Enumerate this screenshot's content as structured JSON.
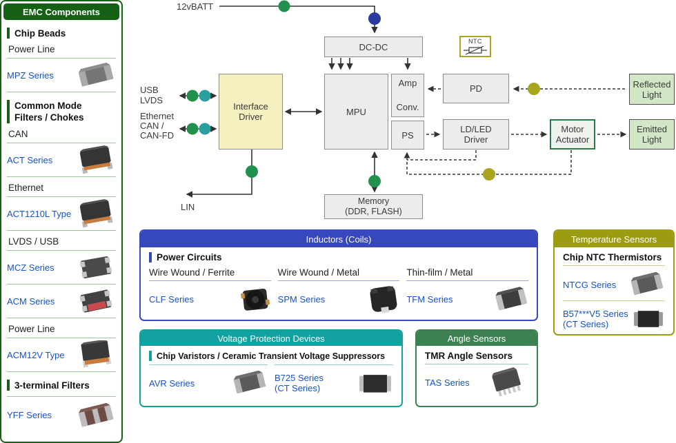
{
  "colors": {
    "green_dark": "#156015",
    "rule_green": "#9fc49f",
    "link": "#1553c8",
    "blue_panel": "#3747bd",
    "rule_blue": "#9aa6dd",
    "teal_panel": "#12a1a1",
    "rule_teal": "#8fd0d0",
    "green_panel": "#3d8153",
    "rule_green2": "#a2c8b0",
    "olive_panel": "#9c9c12",
    "rule_olive": "#cfcf8e",
    "dot_green": "#23914e",
    "dot_teal": "#2b9fa0",
    "dot_blue": "#2b3c9e",
    "dot_olive": "#a9a41e",
    "box_fill": "#ececec",
    "box_border": "#8c8c8c",
    "light_fill": "#d2e7c6",
    "light_border": "#4c4c4c",
    "driver_fill": "#f5f0bf",
    "motor_border": "#2c7a4c",
    "motor_fill": "#eef1ec",
    "wire": "#333333",
    "text": "#333333"
  },
  "sidebar": {
    "title": "EMC Components",
    "rows": [
      {
        "type": "section",
        "label": "Chip Beads"
      },
      {
        "type": "category",
        "label": "Power Line"
      },
      {
        "type": "product",
        "label": "MPZ Series",
        "image": "ferrite-bead-chip"
      },
      {
        "type": "section",
        "label": "Common Mode Filters / Chokes"
      },
      {
        "type": "category",
        "label": "CAN"
      },
      {
        "type": "product",
        "label": "ACT Series",
        "image": "common-mode-choke"
      },
      {
        "type": "category",
        "label": "Ethernet"
      },
      {
        "type": "product",
        "label": "ACT1210L Type",
        "image": "common-mode-choke"
      },
      {
        "type": "category",
        "label": "LVDS / USB"
      },
      {
        "type": "product",
        "label": "MCZ Series",
        "image": "common-mode-filter-chip"
      },
      {
        "type": "product",
        "label": "ACM Series",
        "image": "common-mode-filter-red"
      },
      {
        "type": "category",
        "label": "Power Line"
      },
      {
        "type": "product",
        "label": "ACM12V Type",
        "image": "common-mode-choke-square"
      },
      {
        "type": "section",
        "label": "3-terminal Filters"
      },
      {
        "type": "product",
        "label": "YFF Series",
        "image": "feedthrough-chip"
      }
    ]
  },
  "diagram": {
    "labels": {
      "batt": "12vBATT",
      "usb_lvds": "USB\nLVDS",
      "ethernet": "Ethernet\nCAN /\nCAN-FD",
      "lin": "LIN"
    },
    "blocks": {
      "dcdc": "DC-DC",
      "ntc": "NTC",
      "interface_driver": "Interface\nDriver",
      "mpu": "MPU",
      "amp": "Amp",
      "conv": "Conv.",
      "ps": "PS",
      "pd": "PD",
      "ldled": "LD/LED\nDriver",
      "motor": "Motor\nActuator",
      "reflected": "Reflected\nLight",
      "emitted": "Emitted\nLight",
      "memory": "Memory\n(DDR, FLASH)"
    }
  },
  "panels": {
    "inductors": {
      "title": "Inductors (Coils)",
      "section": "Power Circuits",
      "columns": [
        {
          "category": "Wire Wound / Ferrite",
          "product": "CLF Series",
          "image": "wire-wound-ferrite-inductor"
        },
        {
          "category": "Wire Wound / Metal",
          "product": "SPM Series",
          "image": "wire-wound-metal-inductor"
        },
        {
          "category": "Thin-film / Metal",
          "product": "TFM Series",
          "image": "thin-film-inductor-chip"
        }
      ]
    },
    "voltage": {
      "title": "Voltage Protection Devices",
      "section": "Chip Varistors / Ceramic Transient Voltage Suppressors",
      "items": [
        {
          "product": "AVR Series",
          "image": "chip-varistor"
        },
        {
          "product": "B725 Series\n(CT Series)",
          "image": "ceramic-suppressor-chip"
        }
      ]
    },
    "angle": {
      "title": "Angle Sensors",
      "section": "TMR Angle Sensors",
      "items": [
        {
          "product": "TAS Series",
          "image": "tssop-sensor"
        }
      ]
    },
    "temperature": {
      "title": "Temperature Sensors",
      "section": "Chip NTC Thermistors",
      "items": [
        {
          "product": "NTCG Series",
          "image": "ntc-thermistor-chip"
        },
        {
          "product": "B57***V5 Series\n(CT Series)",
          "image": "ntc-thermistor-black"
        }
      ]
    }
  }
}
